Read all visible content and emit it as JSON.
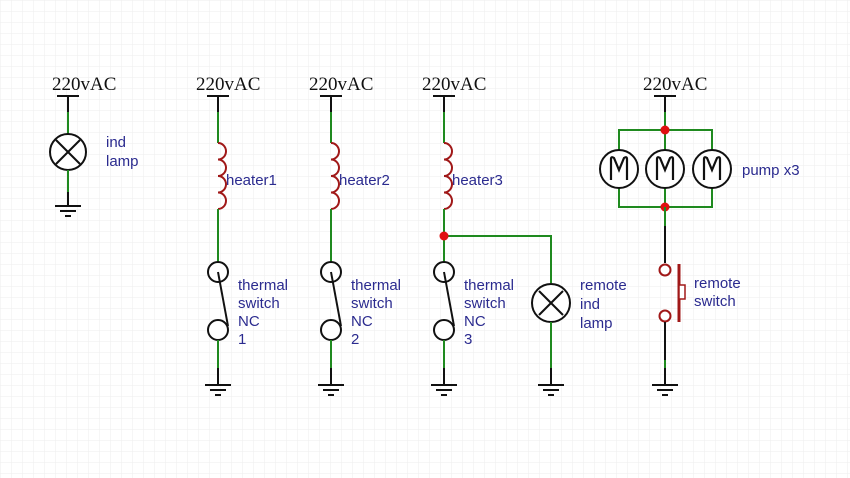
{
  "diagram": {
    "type": "electrical schematic",
    "colors": {
      "wire": "#1f8a1f",
      "lead": "#111111",
      "component_red": "#a01818",
      "junction": "#e01010",
      "label": "#2b2b8f",
      "grid": "#eeeeee"
    },
    "circuits": [
      {
        "id": "indicator",
        "supply": "220vAC",
        "components": [
          {
            "type": "lamp",
            "label_lines": [
              "ind",
              "lamp"
            ]
          }
        ],
        "ground": true
      },
      {
        "id": "heater1",
        "supply": "220vAC",
        "components": [
          {
            "type": "inductor",
            "label": "heater1"
          },
          {
            "type": "switch-nc",
            "label_lines": [
              "thermal",
              "switch",
              "NC",
              "1"
            ]
          }
        ],
        "ground": true
      },
      {
        "id": "heater2",
        "supply": "220vAC",
        "components": [
          {
            "type": "inductor",
            "label": "heater2"
          },
          {
            "type": "switch-nc",
            "label_lines": [
              "thermal",
              "switch",
              "NC",
              "2"
            ]
          }
        ],
        "ground": true
      },
      {
        "id": "heater3",
        "supply": "220vAC",
        "components": [
          {
            "type": "inductor",
            "label": "heater3"
          },
          {
            "type": "switch-nc",
            "label_lines": [
              "thermal",
              "switch",
              "NC",
              "3"
            ]
          },
          {
            "type": "lamp",
            "label_lines": [
              "remote",
              "ind",
              "lamp"
            ],
            "branch": "parallel to thermal switch 3"
          }
        ],
        "ground": true
      },
      {
        "id": "pumps",
        "supply": "220vAC",
        "components": [
          {
            "type": "motor",
            "glyph": "M",
            "count": 3,
            "label": "pump x3"
          },
          {
            "type": "pushbutton",
            "label_lines": [
              "remote",
              "switch"
            ]
          }
        ],
        "ground": true
      }
    ]
  },
  "labels": {
    "supply": [
      "220vAC",
      "220vAC",
      "220vAC",
      "220vAC",
      "220vAC"
    ],
    "ind_lamp": [
      "ind",
      "lamp"
    ],
    "heater1": "heater1",
    "heater2": "heater2",
    "heater3": "heater3",
    "ts1": [
      "thermal",
      "switch",
      "NC",
      "1"
    ],
    "ts2": [
      "thermal",
      "switch",
      "NC",
      "2"
    ],
    "ts3": [
      "thermal",
      "switch",
      "NC",
      "3"
    ],
    "remote_lamp": [
      "remote",
      "ind",
      "lamp"
    ],
    "pump": "pump x3",
    "motor_glyph": "M",
    "remote_switch": [
      "remote",
      "switch"
    ]
  }
}
